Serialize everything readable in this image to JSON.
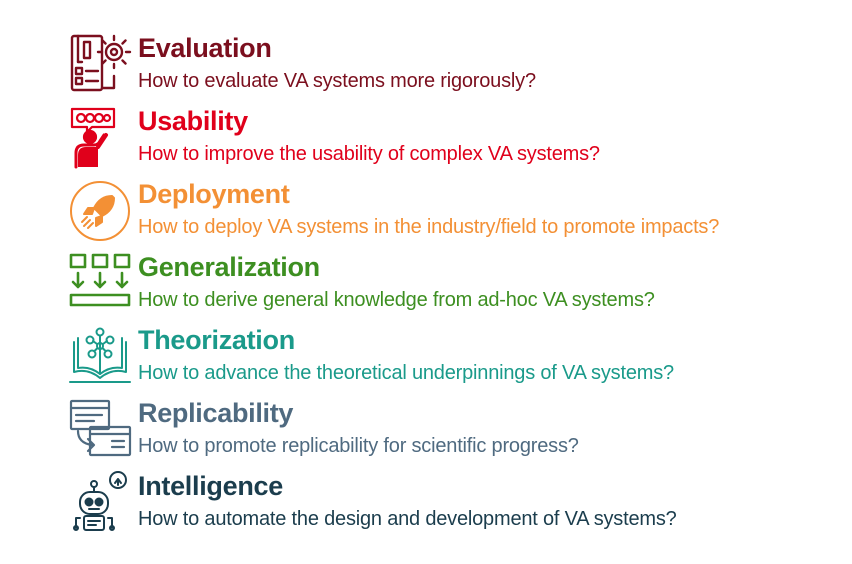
{
  "items": [
    {
      "key": "evaluation",
      "title": "Evaluation",
      "question": "How to evaluate VA systems more rigorously?",
      "color": "#7b0f1e",
      "icon": "checklist-gear-icon"
    },
    {
      "key": "usability",
      "title": "Usability",
      "question": "How to improve the usability of complex VA systems?",
      "color": "#e0001b",
      "icon": "confused-user-icon"
    },
    {
      "key": "deployment",
      "title": "Deployment",
      "question": "How to deploy VA systems in the industry/field to promote impacts?",
      "color": "#f39035",
      "icon": "rocket-icon"
    },
    {
      "key": "generalization",
      "title": "Generalization",
      "question": "How to derive general knowledge from ad-hoc VA systems?",
      "color": "#3d8f21",
      "icon": "merge-boxes-icon"
    },
    {
      "key": "theorization",
      "title": "Theorization",
      "question": "How to advance the theoretical underpinnings of VA systems?",
      "color": "#1a9a8a",
      "icon": "open-book-network-icon"
    },
    {
      "key": "replicability",
      "title": "Replicability",
      "question": "How to promote replicability for scientific progress?",
      "color": "#4f6a80",
      "icon": "copy-window-icon"
    },
    {
      "key": "intelligence",
      "title": "Intelligence",
      "question": "How to automate the design and development of VA systems?",
      "color": "#1b3d4d",
      "icon": "robot-idea-icon"
    }
  ]
}
